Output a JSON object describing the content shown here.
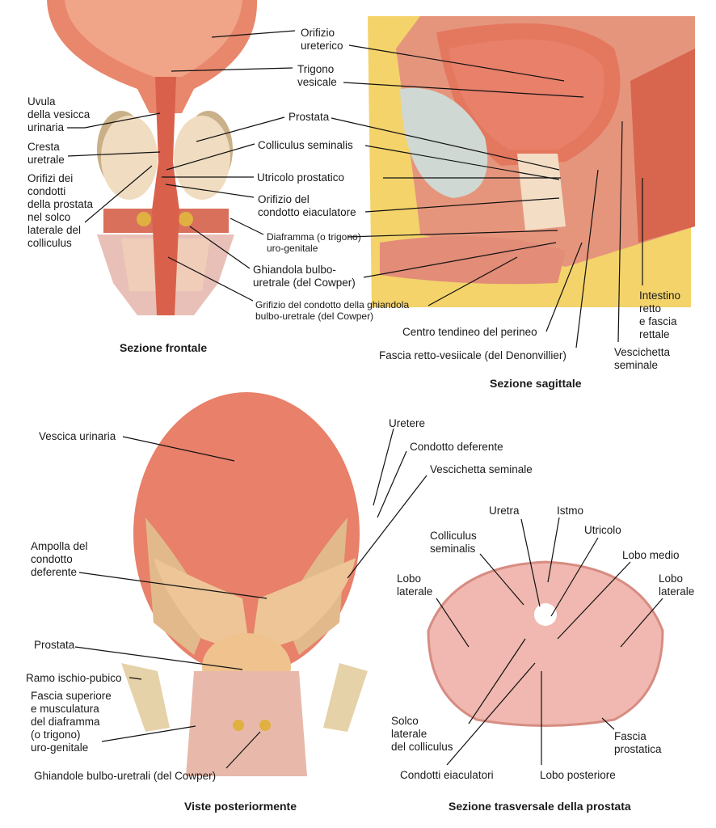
{
  "frontal": {
    "caption": "Sezione frontale",
    "labels": {
      "orifizio_ureterico": "Orifizio\nureterico",
      "trigono": "Trigono\nvesicale",
      "uvula": "Uvula\ndella vesicca\nurinaria",
      "cresta": "Cresta\nuretrale",
      "orifizi": "Orifizi dei\ncondotti\ndella prostata\nnel solco\nlaterale del\ncolliculus",
      "prostata": "Prostata",
      "colliculus": "Colliculus seminalis",
      "utricolo": "Utricolo prostatico",
      "orifizio_eiac": "Orifizio del\ncondotto eiaculatore",
      "diaframma": "Diaframma (o trigono)\nuro-genitale",
      "ghiandola": "Ghiandola bulbo-\nuretrale (del Cowper)",
      "grifizio": "Grifizio del condotto della ghiandola\nbulbo-uretrale (del Cowper)"
    }
  },
  "sagittal": {
    "caption": "Sezione sagittale",
    "labels": {
      "intestino": "Intestino\nretto\ne fascia\nrettale",
      "centro": "Centro tendineo del perineo",
      "fascia": "Fascia retto-vesiicale (del Denonvillier)",
      "vescichetta": "Vescichetta\nseminale"
    }
  },
  "posterior": {
    "caption": "Viste posteriormente",
    "labels": {
      "vescica": "Vescica urinaria",
      "uretere": "Uretere",
      "deferente": "Condotto deferente",
      "vescichetta": "Vescichetta seminale",
      "ampolla": "Ampolla del\ncondotto\ndeferente",
      "prostata": "Prostata",
      "ramo": "Ramo ischio-pubico",
      "fascia": "Fascia superiore\ne musculatura\ndel diaframma\n(o trigono)\nuro-genitale",
      "ghiandole": "Ghiandole bulbo-uretrali (del Cowper)"
    }
  },
  "transverse": {
    "caption": "Sezione trasversale della prostata",
    "labels": {
      "uretra": "Uretra",
      "istmo": "Istmo",
      "utricolo": "Utricolo",
      "colliculus": "Colliculus\nseminalis",
      "lobo_medio": "Lobo medio",
      "lobo_lat_l": "Lobo\nlaterale",
      "lobo_lat_r": "Lobo\nlaterale",
      "solco": "Solco\nlaterale\ndel colliculus",
      "fascia": "Fascia\nprostatica",
      "condotti": "Condotti eiaculatori",
      "lobo_post": "Lobo posteriore"
    }
  },
  "colors": {
    "muscle": "#d9604a",
    "pink": "#f0b8a8",
    "tan": "#e8c9a0",
    "fat": "#f2d35a",
    "bg": "#ffffff"
  }
}
